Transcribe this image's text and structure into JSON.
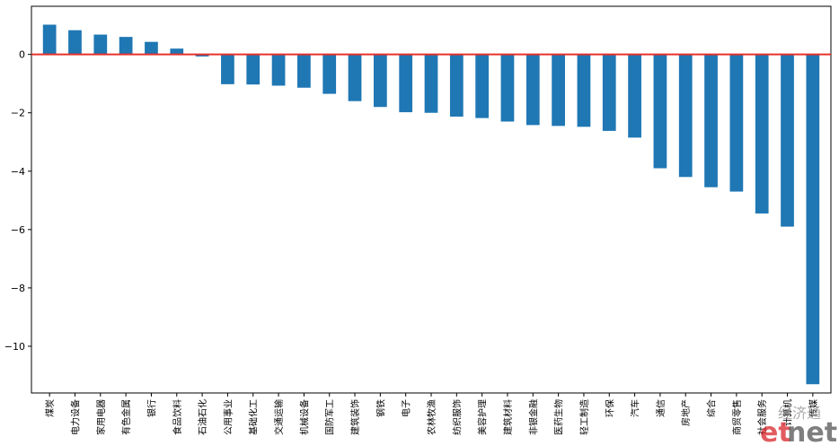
{
  "chart_data": {
    "type": "bar",
    "categories": [
      "煤炭",
      "电力设备",
      "家用电器",
      "有色金属",
      "银行",
      "食品饮料",
      "石油石化",
      "公用事业",
      "基础化工",
      "交通运输",
      "机械设备",
      "国防军工",
      "建筑装饰",
      "钢铁",
      "电子",
      "农林牧渔",
      "纺织服饰",
      "美容护理",
      "建筑材料",
      "非银金融",
      "医药生物",
      "轻工制造",
      "环保",
      "汽车",
      "通信",
      "房地产",
      "综合",
      "商贸零售",
      "社会服务",
      "计算机",
      "传媒"
    ],
    "values": [
      1.02,
      0.83,
      0.68,
      0.6,
      0.43,
      0.2,
      -0.07,
      -1.02,
      -1.03,
      -1.07,
      -1.14,
      -1.35,
      -1.6,
      -1.8,
      -1.98,
      -2.0,
      -2.13,
      -2.18,
      -2.3,
      -2.42,
      -2.45,
      -2.48,
      -2.62,
      -2.85,
      -3.9,
      -4.2,
      -4.55,
      -4.7,
      -5.45,
      -5.9,
      -11.3
    ],
    "ylim": [
      -11.6,
      1.65
    ],
    "yticks": [
      0,
      -2,
      -4,
      -6,
      -8,
      -10
    ],
    "ytick_labels": [
      "0",
      "−2",
      "−4",
      "−6",
      "−8",
      "−10"
    ],
    "bar_color": "#1f77b4",
    "zero_line_color": "#e8302a",
    "grid": false,
    "legend": "none",
    "title": "",
    "xlabel": "",
    "ylabel": ""
  },
  "watermark": {
    "brand_red": "et",
    "brand_dark": "net",
    "cn_text": "经济通",
    "red_color": "#d9252a"
  }
}
